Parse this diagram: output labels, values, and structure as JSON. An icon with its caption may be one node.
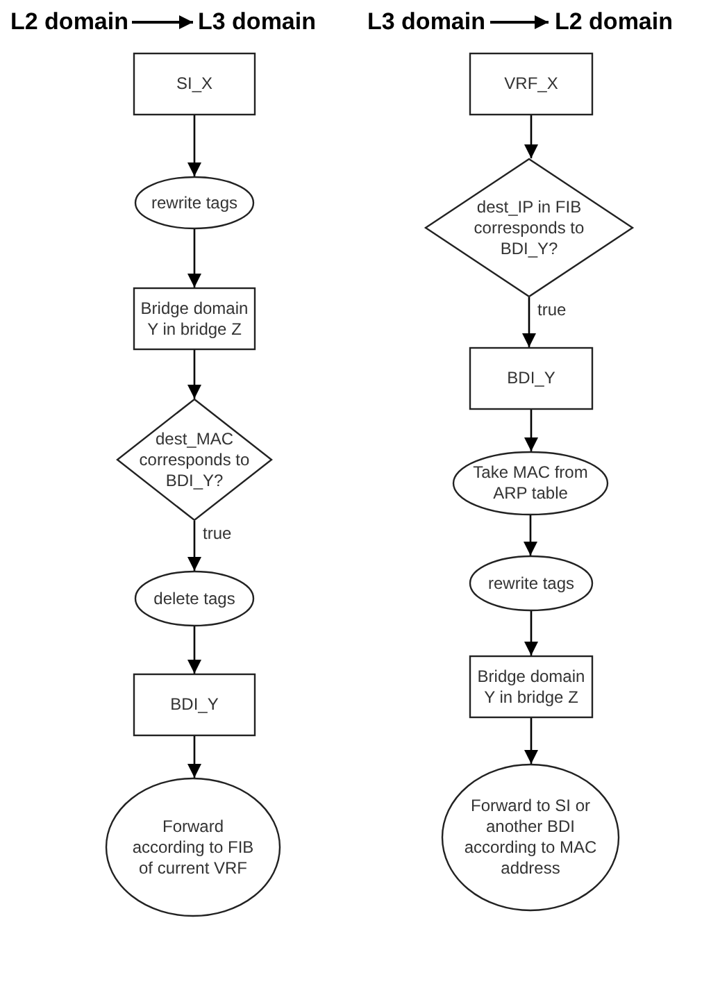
{
  "diagram": {
    "nodes": [
      {
        "text": [
          "L2 domain"
        ]
      },
      {
        "text": [
          "L3 domain"
        ]
      },
      {
        "text": [
          "L3 domain"
        ]
      },
      {
        "text": [
          "L2 domain"
        ]
      },
      {
        "text": [
          "SI_X"
        ]
      },
      {
        "text": [
          "rewrite tags"
        ]
      },
      {
        "text": [
          "Bridge domain Y in bridge Z"
        ]
      },
      {
        "text": [
          "dest_MAC corresponds to BDI_Y?"
        ]
      },
      {
        "text": [
          "delete tags"
        ]
      },
      {
        "text": [
          "BDI_Y"
        ]
      },
      {
        "text": [
          "Forward according to FIB of current VRF"
        ]
      },
      {
        "text": [
          "VRF_X"
        ]
      },
      {
        "text": [
          "dest_IP in FIB corresponds to BDI_Y?"
        ]
      },
      {
        "text": [
          "BDI_Y"
        ]
      },
      {
        "text": [
          "Take MAC from ARP table"
        ]
      },
      {
        "text": [
          "rewrite tags"
        ]
      },
      {
        "text": [
          "Bridge domain Y in bridge Z"
        ]
      },
      {
        "text": [
          "Forward to SI or another BDI according to MAC address"
        ]
      }
    ],
    "edges": [
      {
        "from": 0,
        "to": 1,
        "arrow": "to"
      },
      {
        "from": 2,
        "to": 3,
        "arrow": "to"
      },
      {
        "from": 4,
        "to": 5,
        "arrow": "to"
      },
      {
        "from": 5,
        "to": 6,
        "arrow": "to"
      },
      {
        "from": 6,
        "to": 7,
        "arrow": "to"
      },
      {
        "from": 7,
        "to": 8,
        "label": "true",
        "arrow": "to"
      },
      {
        "from": 8,
        "to": 9,
        "arrow": "to"
      },
      {
        "from": 9,
        "to": 10,
        "arrow": "to"
      },
      {
        "from": 11,
        "to": 12,
        "arrow": "to"
      },
      {
        "from": 12,
        "to": 13,
        "label": "true",
        "arrow": "to"
      },
      {
        "from": 13,
        "to": 14,
        "arrow": "to"
      },
      {
        "from": 14,
        "to": 15,
        "arrow": "to"
      },
      {
        "from": 15,
        "to": 16,
        "arrow": "to"
      },
      {
        "from": 16,
        "to": 17,
        "arrow": "to"
      }
    ]
  }
}
